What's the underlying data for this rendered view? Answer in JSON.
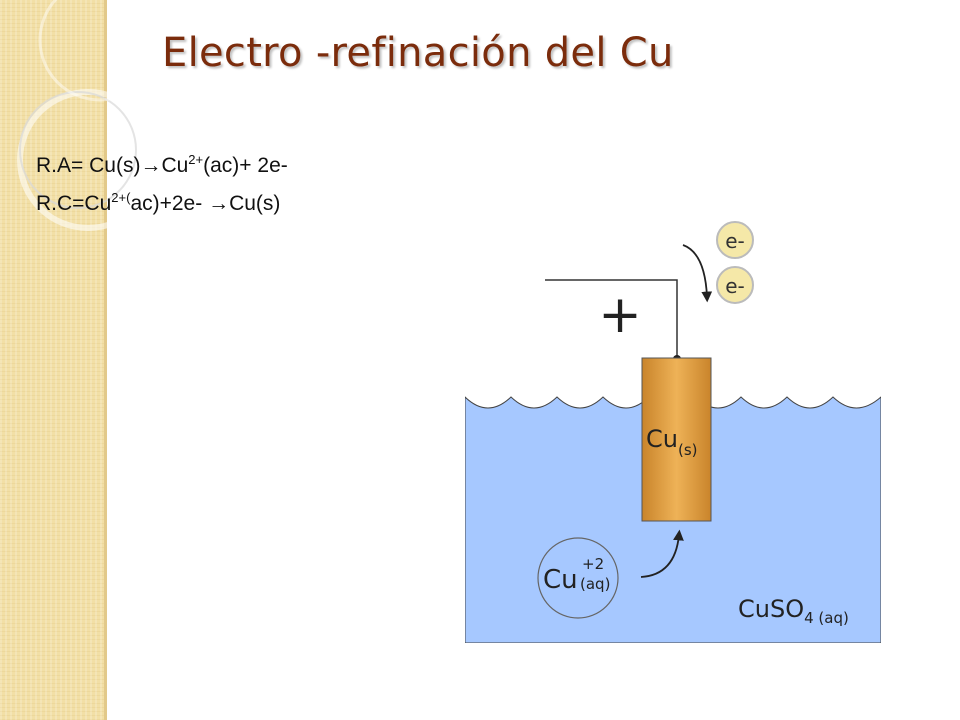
{
  "slide": {
    "title": "Electro -refinación del Cu",
    "reactions": {
      "anode": {
        "prefix": "R.A= Cu(s)",
        "arrow": "→",
        "product": "Cu",
        "charge": "2+",
        "suffix": "(ac)+ 2e-"
      },
      "cathode": {
        "prefix": "R.C=Cu",
        "charge": "2+(",
        "mid": "ac)+2e- ",
        "arrow": "→",
        "suffix": "Cu(s)"
      }
    }
  },
  "diagram": {
    "plus_sign": "+",
    "electrons": [
      "e-",
      "e-"
    ],
    "anode_label": {
      "main": "Cu",
      "sub": "(s)"
    },
    "ion_label": {
      "main": "Cu",
      "sup": "+2",
      "sub": "(aq)"
    },
    "solution_label": {
      "main": "CuSO",
      "sub": "4 (aq)"
    }
  },
  "colors": {
    "title": "#7b2c0c",
    "sidebar": "#f2dfa6",
    "solution": "#a6c8ff",
    "electrode": "#e6a445",
    "electron_fill": "#f5e8a8"
  }
}
